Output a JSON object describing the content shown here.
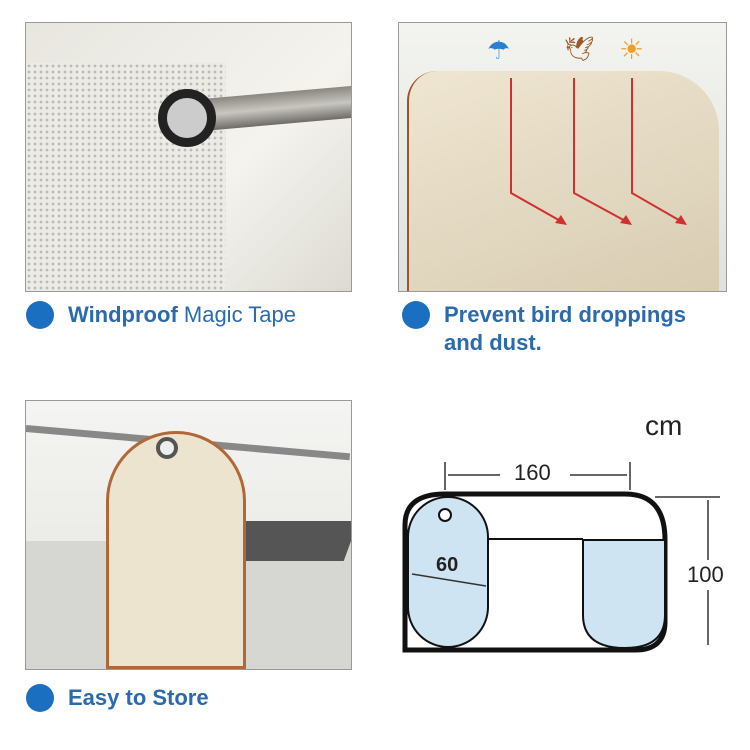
{
  "features": [
    {
      "caption_bold": "Windproof",
      "caption_rest": " Magic Tape"
    },
    {
      "caption_line1": "Prevent bird droppings",
      "caption_line2": "and dust."
    },
    {
      "caption": "Easy to Store"
    }
  ],
  "diagram": {
    "unit": "cm",
    "length": "160",
    "width": "60",
    "height": "100"
  },
  "colors": {
    "accent": "#1a6fc0",
    "text": "#2a6aad",
    "fill": "#cfe4f3"
  },
  "icons": [
    "umbrella-rain-icon",
    "bird-icon",
    "sun-icon"
  ]
}
